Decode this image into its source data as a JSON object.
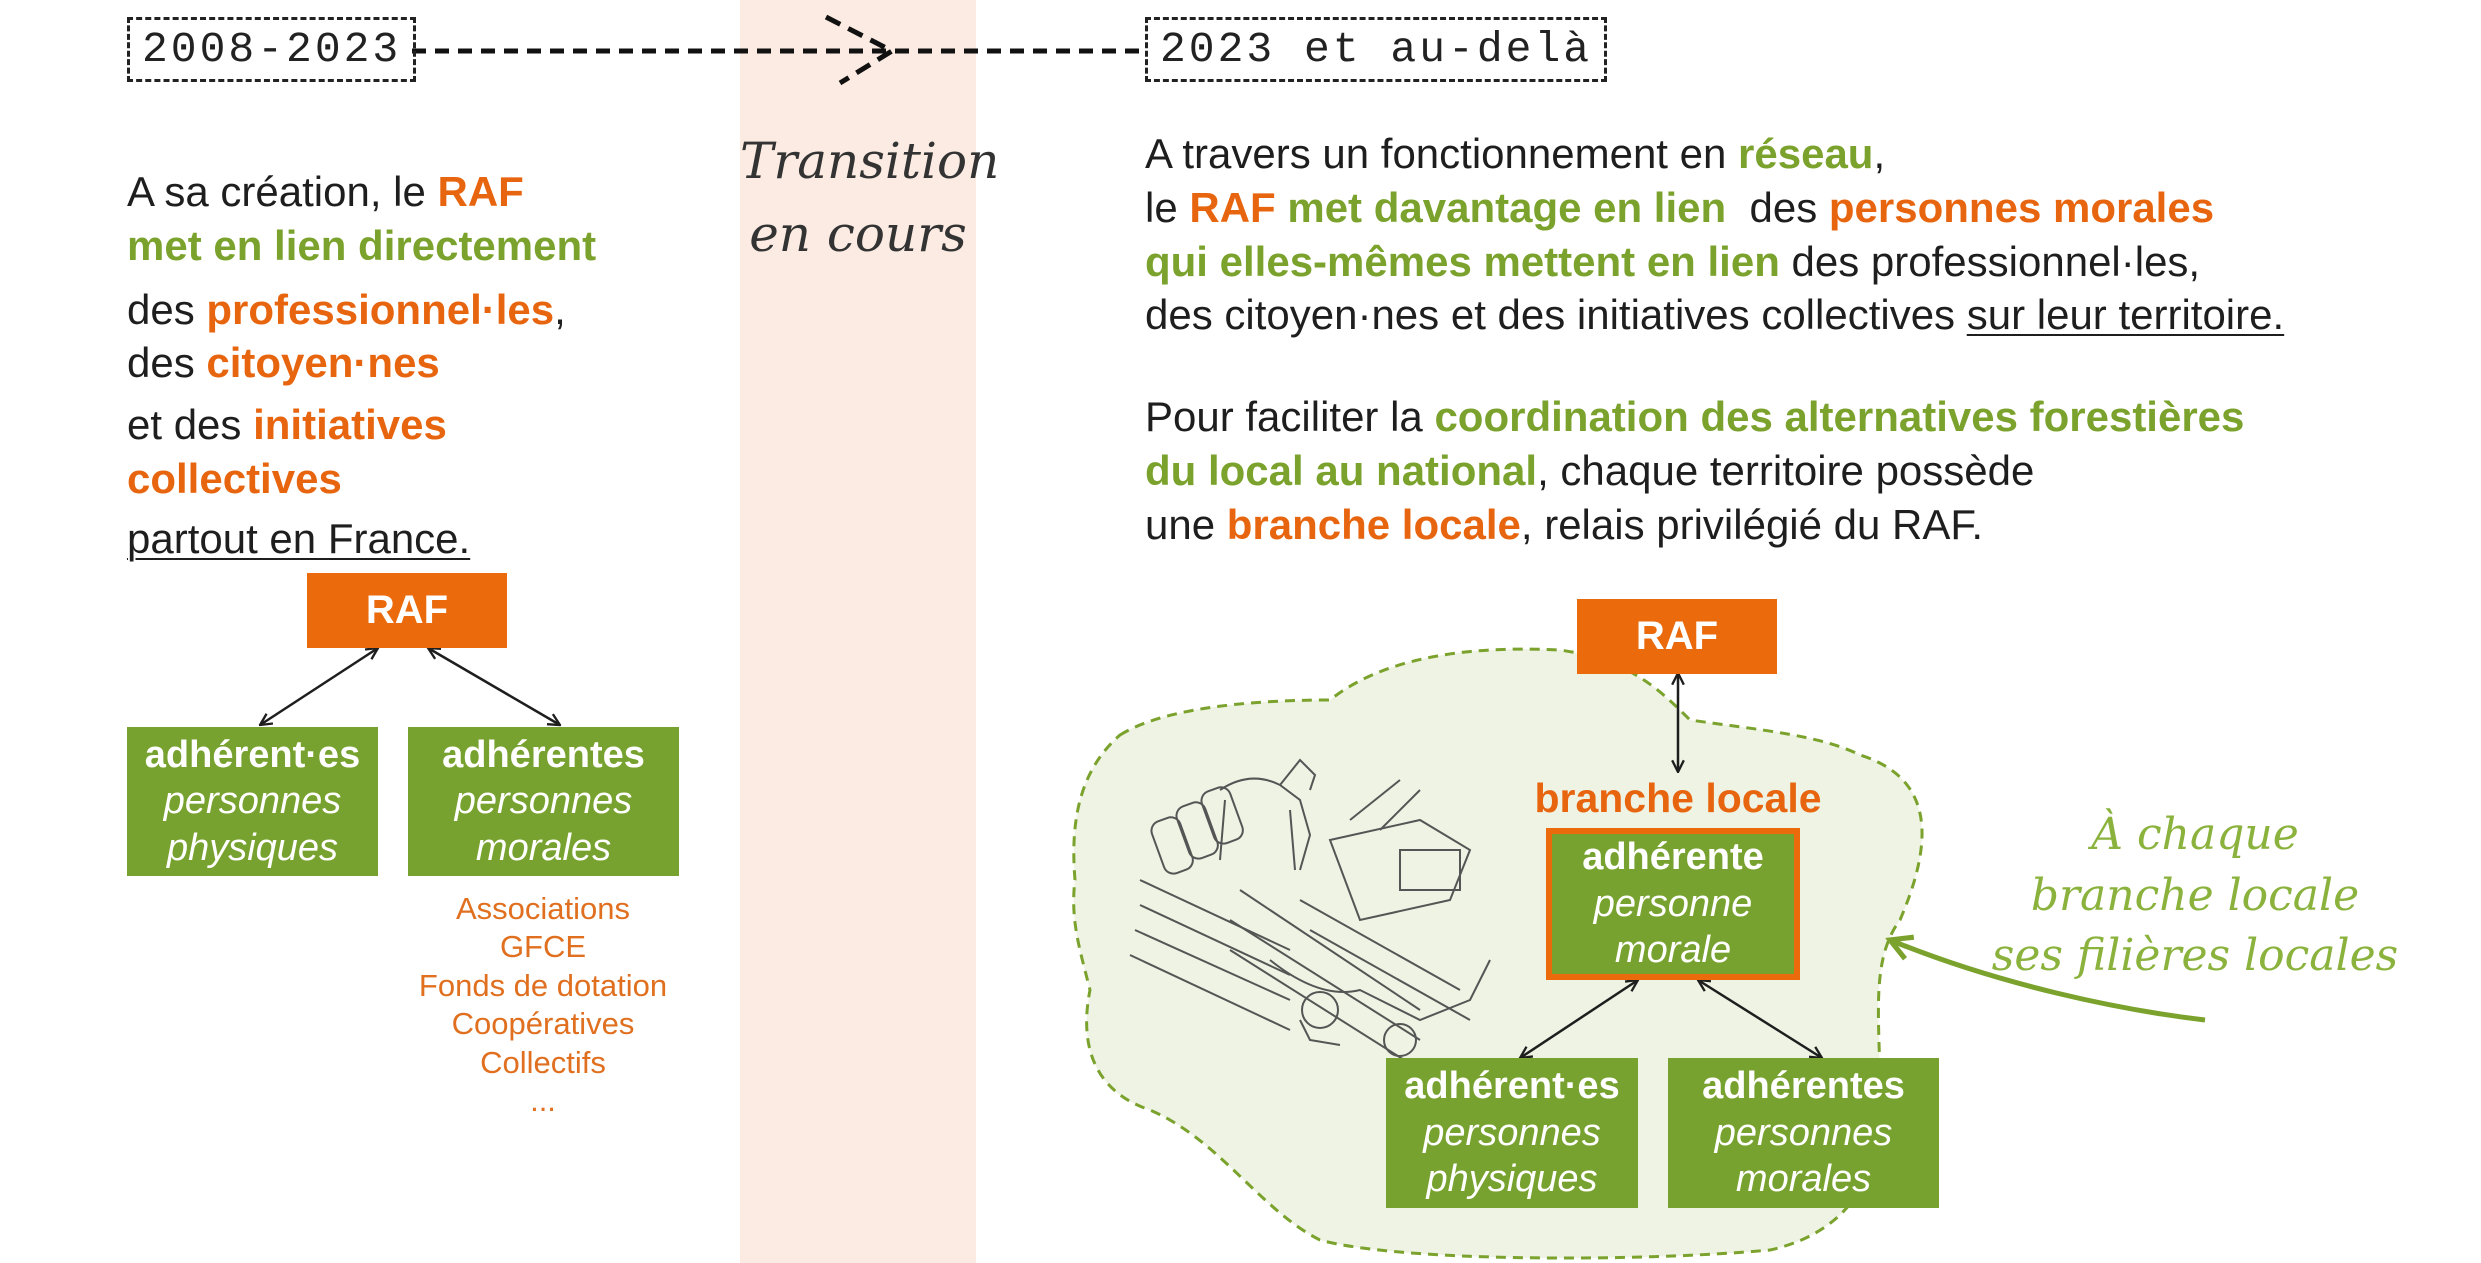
{
  "left_period": "2008-2023",
  "right_period": "2023 et au-delà",
  "transition": {
    "line1": "Transition",
    "line2": "en cours"
  },
  "left_text": {
    "l1a": "A sa création, le ",
    "l1b": "RAF",
    "l2": "met en lien directement",
    "l3a": "des ",
    "l3b": "professionnel·les",
    "l3c": ",",
    "l4a": "des ",
    "l4b": "citoyen·nes",
    "l5a": "et des ",
    "l5b": "initiatives",
    "l6": "collectives",
    "l7": "partout en France."
  },
  "right_text": {
    "p1l1a": "A travers un fonctionnement en ",
    "p1l1b": "réseau",
    "p1l1c": ",",
    "p1l2a": "le ",
    "p1l2b": "RAF",
    "p1l2c": " met davantage en lien",
    "p1l2d": "  des ",
    "p1l2e": "personnes morales",
    "p1l3a": "qui elles-mêmes mettent en lien",
    "p1l3b": " des professionnel·les,",
    "p1l4a": "des citoyen·nes et des initiatives collectives ",
    "p1l4b": "sur leur territoire.",
    "p2l1a": "Pour faciliter la ",
    "p2l1b": "coordination des alternatives forestières",
    "p2l2a": "du local au national",
    "p2l2b": ", chaque territoire possède",
    "p2l3a": "une ",
    "p2l3b": "branche locale",
    "p2l3c": ", relais privilégié du RAF."
  },
  "left_diagram": {
    "raf": "RAF",
    "box1": {
      "title": "adhérent·es",
      "sub1": "personnes",
      "sub2": "physiques"
    },
    "box2": {
      "title": "adhérentes",
      "sub1": "personnes",
      "sub2": "morales"
    },
    "orgs": [
      "Associations",
      "GFCE",
      "Fonds de dotation",
      "Coopératives",
      "Collectifs",
      "..."
    ]
  },
  "right_diagram": {
    "raf": "RAF",
    "branch_label": "branche locale",
    "center": {
      "title": "adhérente",
      "sub1": "personne",
      "sub2": "morale"
    },
    "box1": {
      "title": "adhérent·es",
      "sub1": "personnes",
      "sub2": "physiques"
    },
    "box2": {
      "title": "adhérentes",
      "sub1": "personnes",
      "sub2": "morales"
    }
  },
  "side_note": {
    "line1": "À chaque",
    "line2": "branche locale",
    "line3": "ses filières locales"
  },
  "colors": {
    "orange": "#ea6a0c",
    "green": "#78a22f",
    "band": "#fbebe2",
    "blob": "#eef3e4",
    "note": "#8ab23c"
  }
}
